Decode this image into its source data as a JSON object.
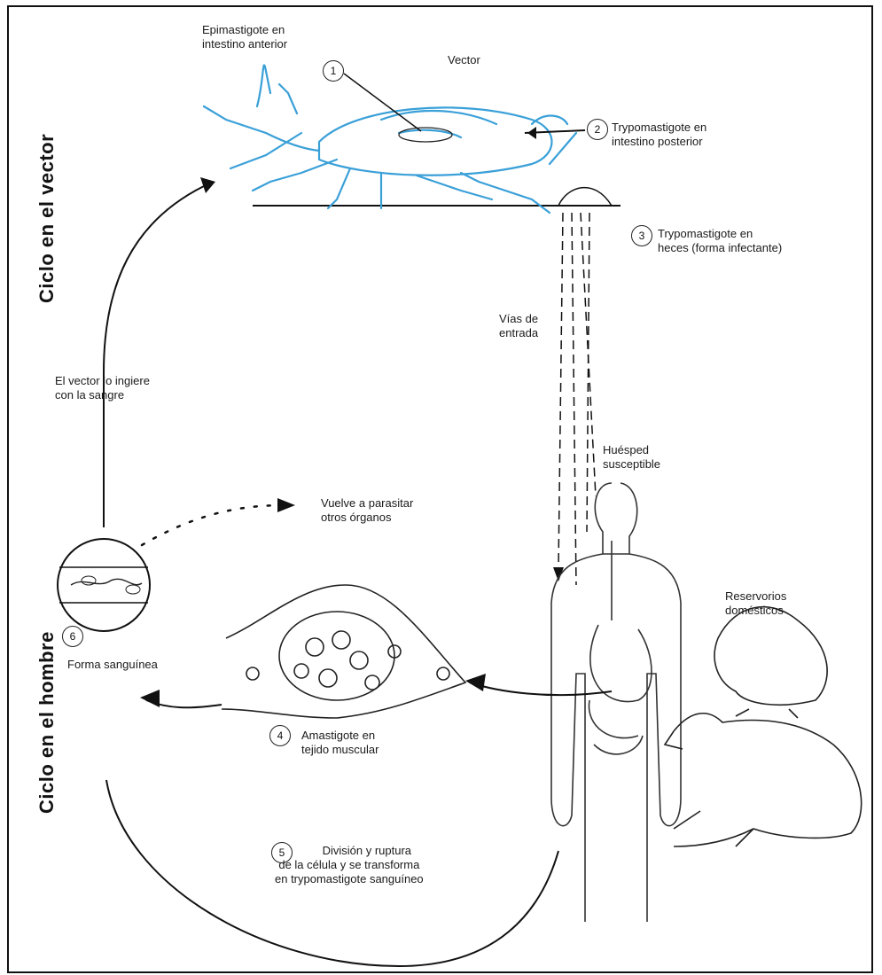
{
  "labels": {
    "epi": [
      "Epimastigote en",
      "intestino anterior"
    ],
    "vector": "Vector",
    "trypo_post": [
      "Trypomastigote en",
      "intestino posterior"
    ],
    "trypo_heces": [
      "Trypomastigote en",
      "heces (forma infectante)"
    ],
    "vias": [
      "Vías de",
      "entrada"
    ],
    "ingiere": [
      "El vector lo ingiere",
      "con la sangre"
    ],
    "huesped": [
      "Huésped",
      "susceptible"
    ],
    "vuelve": [
      "Vuelve a parasitar",
      "otros órganos"
    ],
    "reservorios": [
      "Reservorios",
      "domésticos"
    ],
    "forma_sanguinea": "Forma sanguínea",
    "amastigote": [
      "Amastigote en",
      "tejido muscular"
    ],
    "division": [
      "División y ruptura",
      "de la célula y se transforma",
      "en trypomastigote sanguíneo"
    ]
  },
  "side_titles": {
    "vector_cycle": "Ciclo en el vector",
    "human_cycle": "Ciclo en el hombre"
  },
  "step_numbers": {
    "n1": "1",
    "n2": "2",
    "n3": "3",
    "n4": "4",
    "n5": "5",
    "n6": "6"
  },
  "colors": {
    "vector": "#3aa0d8",
    "ink": "#111111"
  }
}
